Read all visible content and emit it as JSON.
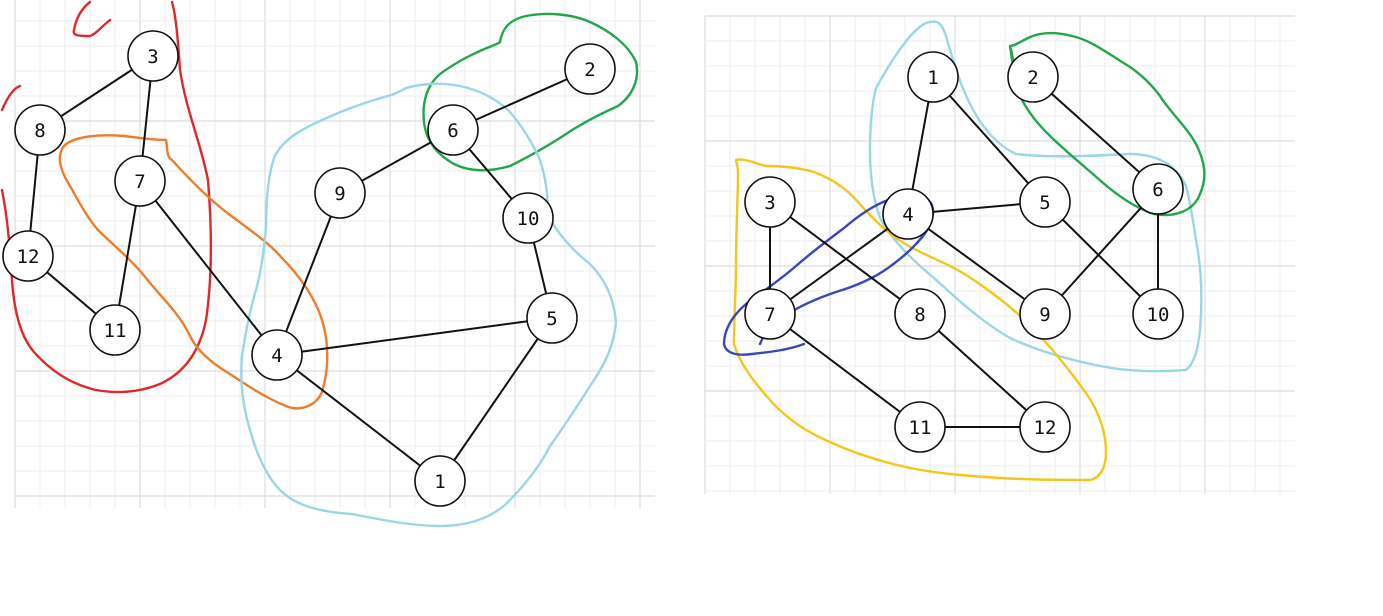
{
  "colors": {
    "red": "#e02828",
    "orange": "#f07c2a",
    "green": "#22a64a",
    "lightblue": "#9ad6e6",
    "yellow": "#f5c518",
    "blue": "#3a46c0"
  },
  "graphs": [
    {
      "name": "left-graph",
      "nodes": [
        {
          "id": "1",
          "label": "1"
        },
        {
          "id": "2",
          "label": "2"
        },
        {
          "id": "3",
          "label": "3"
        },
        {
          "id": "4",
          "label": "4"
        },
        {
          "id": "5",
          "label": "5"
        },
        {
          "id": "6",
          "label": "6"
        },
        {
          "id": "7",
          "label": "7"
        },
        {
          "id": "8",
          "label": "8"
        },
        {
          "id": "9",
          "label": "9"
        },
        {
          "id": "10",
          "label": "10"
        },
        {
          "id": "11",
          "label": "11"
        },
        {
          "id": "12",
          "label": "12"
        }
      ],
      "edges": [
        [
          "3",
          "8"
        ],
        [
          "3",
          "7"
        ],
        [
          "8",
          "12"
        ],
        [
          "12",
          "11"
        ],
        [
          "7",
          "11"
        ],
        [
          "7",
          "4"
        ],
        [
          "9",
          "4"
        ],
        [
          "9",
          "6"
        ],
        [
          "6",
          "2"
        ],
        [
          "6",
          "10"
        ],
        [
          "10",
          "5"
        ],
        [
          "4",
          "5"
        ],
        [
          "4",
          "1"
        ],
        [
          "5",
          "1"
        ]
      ]
    },
    {
      "name": "right-graph",
      "nodes": [
        {
          "id": "1",
          "label": "1"
        },
        {
          "id": "2",
          "label": "2"
        },
        {
          "id": "3",
          "label": "3"
        },
        {
          "id": "4",
          "label": "4"
        },
        {
          "id": "5",
          "label": "5"
        },
        {
          "id": "6",
          "label": "6"
        },
        {
          "id": "7",
          "label": "7"
        },
        {
          "id": "8",
          "label": "8"
        },
        {
          "id": "9",
          "label": "9"
        },
        {
          "id": "10",
          "label": "10"
        },
        {
          "id": "11",
          "label": "11"
        },
        {
          "id": "12",
          "label": "12"
        }
      ],
      "edges": [
        [
          "1",
          "4"
        ],
        [
          "1",
          "5"
        ],
        [
          "2",
          "6"
        ],
        [
          "3",
          "7"
        ],
        [
          "3",
          "8"
        ],
        [
          "4",
          "5"
        ],
        [
          "4",
          "7"
        ],
        [
          "4",
          "9"
        ],
        [
          "5",
          "10"
        ],
        [
          "6",
          "9"
        ],
        [
          "6",
          "10"
        ],
        [
          "7",
          "11"
        ],
        [
          "8",
          "12"
        ],
        [
          "11",
          "12"
        ]
      ]
    }
  ]
}
